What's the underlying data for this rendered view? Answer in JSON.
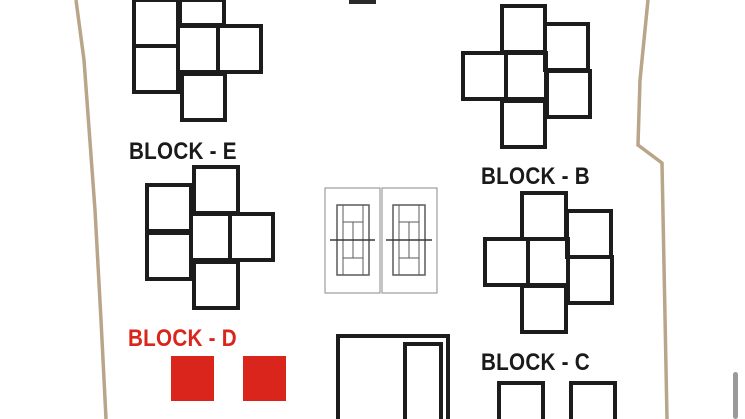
{
  "colors": {
    "boundary": "#b9a589",
    "building": "#1c1c1c",
    "court": "#7a7a7a",
    "highlight": "#d9251c",
    "label": "#1a1a1a",
    "background": "#ffffff"
  },
  "blocks": [
    {
      "id": "E",
      "label": "BLOCK - E",
      "highlighted": false
    },
    {
      "id": "B",
      "label": "BLOCK - B",
      "highlighted": false
    },
    {
      "id": "D",
      "label": "BLOCK - D",
      "highlighted": true
    },
    {
      "id": "C",
      "label": "BLOCK - C",
      "highlighted": false
    }
  ],
  "amenities": {
    "tennis_courts": {
      "count": 2,
      "icon": "tennis-court-icon"
    }
  }
}
